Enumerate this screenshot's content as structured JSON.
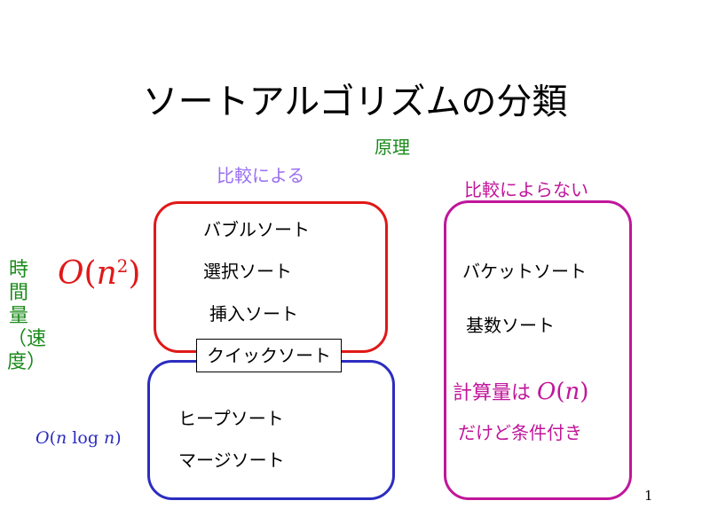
{
  "title": "ソートアルゴリズムの分類",
  "principle_label": "原理",
  "comparison_label": "比較による",
  "non_comparison_label": "比較によらない",
  "axis_label": "時間量（速度）",
  "complexity": {
    "quadratic": {
      "O": "O",
      "open": "(",
      "n": "n",
      "exp": "2",
      "close": ")"
    },
    "nlogn": {
      "O": "O",
      "open": "(",
      "n": "n",
      "log": "log",
      "n2": "n",
      "close": ")"
    },
    "linear": {
      "O": "O",
      "open": "(",
      "n": "n",
      "close": ")"
    }
  },
  "quadratic_sorts": [
    "バブルソート",
    "選択ソート",
    "挿入ソート"
  ],
  "boundary_sort": "クイックソート",
  "nlogn_sorts": [
    "ヒープソート",
    "マージソート"
  ],
  "non_comparison_sorts": [
    "バケットソート",
    "基数ソート"
  ],
  "linear_note_prefix": "計算量は",
  "linear_note_condition": "だけど条件付き",
  "page_number": "1",
  "colors": {
    "red": "#e01818",
    "blue": "#2c2cc0",
    "magenta": "#c0169a",
    "green": "#1a8a1a",
    "purple": "#9a6ff0"
  }
}
